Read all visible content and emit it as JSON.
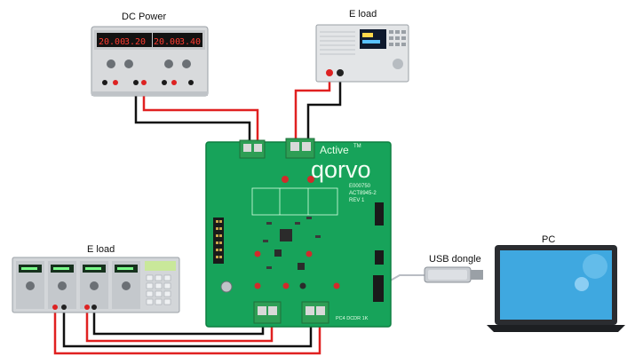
{
  "labels": {
    "dc_power": "DC Power",
    "eload_top": "E load",
    "eload_left": "E load",
    "pc": "PC",
    "usb_dongle": "USB dongle"
  },
  "board": {
    "brand": "qorvo",
    "active_mark": "Active",
    "tm": "TM",
    "model": "E000750",
    "part": "ACT8945-2",
    "rev": "REV 1",
    "note": "PC4 DCDR 1K"
  },
  "instruments": {
    "dc_power_display": [
      "20.00",
      "3.20",
      "20.00",
      "3.40"
    ]
  },
  "colors": {
    "board": "#17a35a",
    "board_dark": "#0d7f40",
    "wire_red": "#e02020",
    "wire_black": "#111111",
    "terminal": "#2e9e55",
    "instrument_body": "#d8dadc",
    "laptop_body": "#2a2c30",
    "screen": "#3fa8e0"
  }
}
